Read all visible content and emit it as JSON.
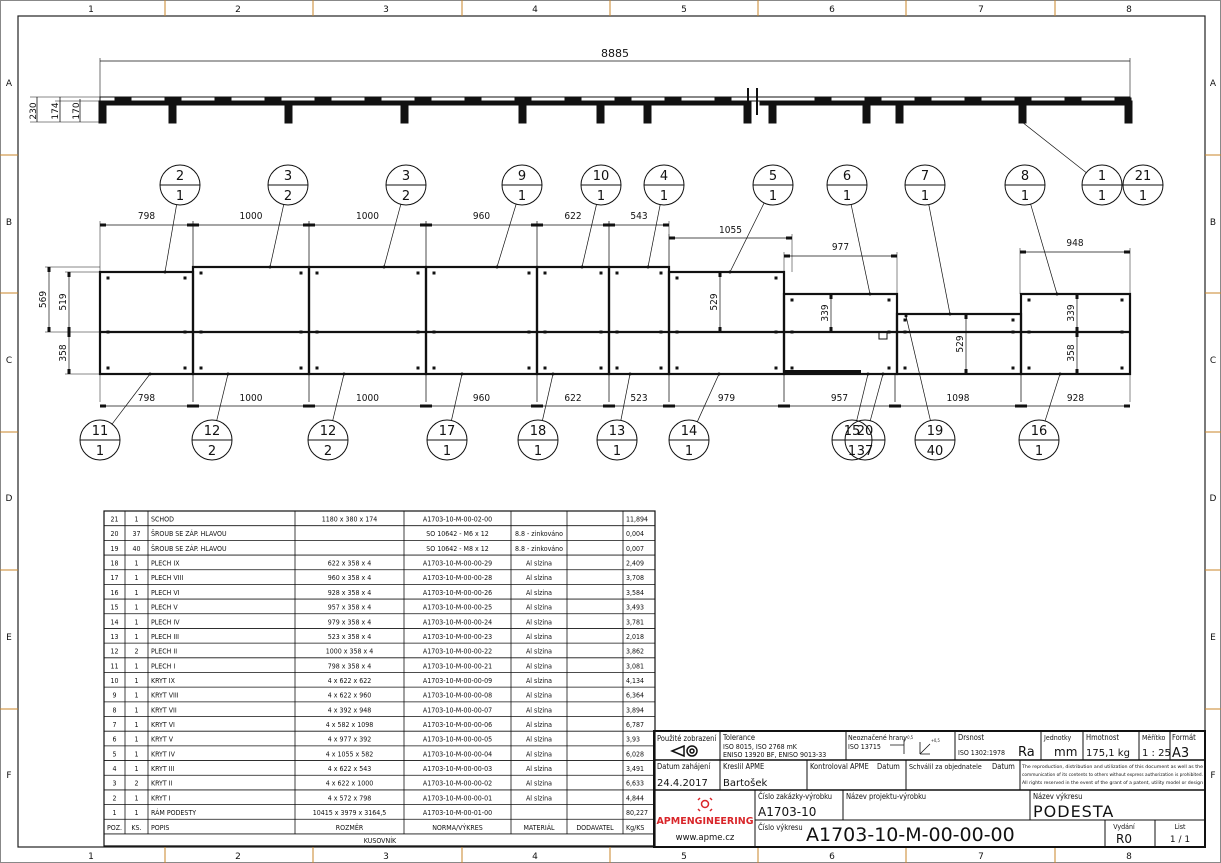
{
  "frame": {
    "columns": [
      "1",
      "2",
      "3",
      "4",
      "5",
      "6",
      "7",
      "8"
    ],
    "rows": [
      "A",
      "B",
      "C",
      "D",
      "E",
      "F"
    ]
  },
  "top_view": {
    "overall_length": "8885",
    "height_dims": [
      "230",
      "174",
      "170"
    ]
  },
  "plan_view": {
    "top_dims": [
      "798",
      "1000",
      "1000",
      "960",
      "622",
      "543",
      "1055",
      "977",
      "948"
    ],
    "bottom_dims": [
      "798",
      "1000",
      "1000",
      "960",
      "622",
      "523",
      "979",
      "957",
      "1098",
      "928"
    ],
    "left_dims": [
      "569",
      "519",
      "358"
    ],
    "inner_dims": [
      "529",
      "339",
      "529",
      "339",
      "358"
    ],
    "balloons_top": [
      {
        "pos": "2",
        "qty": "1"
      },
      {
        "pos": "3",
        "qty": "2"
      },
      {
        "pos": "3",
        "qty": "2"
      },
      {
        "pos": "9",
        "qty": "1"
      },
      {
        "pos": "10",
        "qty": "1"
      },
      {
        "pos": "4",
        "qty": "1"
      },
      {
        "pos": "5",
        "qty": "1"
      },
      {
        "pos": "6",
        "qty": "1"
      },
      {
        "pos": "7",
        "qty": "1"
      },
      {
        "pos": "8",
        "qty": "1"
      },
      {
        "pos": "1",
        "qty": "1"
      },
      {
        "pos": "21",
        "qty": "1"
      }
    ],
    "balloons_bottom": [
      {
        "pos": "11",
        "qty": "1"
      },
      {
        "pos": "12",
        "qty": "2"
      },
      {
        "pos": "12",
        "qty": "2"
      },
      {
        "pos": "17",
        "qty": "1"
      },
      {
        "pos": "18",
        "qty": "1"
      },
      {
        "pos": "13",
        "qty": "1"
      },
      {
        "pos": "14",
        "qty": "1"
      },
      {
        "pos": "15",
        "qty": "1"
      },
      {
        "pos": "20",
        "qty": "37"
      },
      {
        "pos": "19",
        "qty": "40"
      },
      {
        "pos": "16",
        "qty": "1"
      }
    ]
  },
  "bom": {
    "title": "KUSOVNÍK",
    "headers": [
      "POZ.",
      "KS.",
      "POPIS",
      "ROZMĚR",
      "NORMA/VÝKRES",
      "MATERIÁL",
      "DODAVATEL",
      "Kg/KS"
    ],
    "rows": [
      [
        "21",
        "1",
        "SCHOD",
        "1180 x 380 x 174",
        "A1703-10-M-00-02-00",
        "",
        "",
        "11,894"
      ],
      [
        "20",
        "37",
        "ŠROUB SE ZÁP. HLAVOU",
        "",
        "SO 10642  - M6  x  12",
        "8.8 - zinkováno",
        "",
        "0,004"
      ],
      [
        "19",
        "40",
        "ŠROUB SE ZÁP. HLAVOU",
        "",
        "SO 10642  - M8  x  12",
        "8.8 - zinkováno",
        "",
        "0,007"
      ],
      [
        "18",
        "1",
        "PLECH IX",
        "622 x 358 x 4",
        "A1703-10-M-00-00-29",
        "Al slzina",
        "",
        "2,409"
      ],
      [
        "17",
        "1",
        "PLECH VIII",
        "960 x 358 x 4",
        "A1703-10-M-00-00-28",
        "Al slzina",
        "",
        "3,708"
      ],
      [
        "16",
        "1",
        "PLECH VI",
        "928 x 358 x 4",
        "A1703-10-M-00-00-26",
        "Al slzina",
        "",
        "3,584"
      ],
      [
        "15",
        "1",
        "PLECH V",
        "957 x 358 x 4",
        "A1703-10-M-00-00-25",
        "Al slzina",
        "",
        "3,493"
      ],
      [
        "14",
        "1",
        "PLECH IV",
        "979 x 358 x 4",
        "A1703-10-M-00-00-24",
        "Al slzina",
        "",
        "3,781"
      ],
      [
        "13",
        "1",
        "PLECH III",
        "523 x 358 x 4",
        "A1703-10-M-00-00-23",
        "Al slzina",
        "",
        "2,018"
      ],
      [
        "12",
        "2",
        "PLECH II",
        "1000 x 358 x 4",
        "A1703-10-M-00-00-22",
        "Al slzina",
        "",
        "3,862"
      ],
      [
        "11",
        "1",
        "PLECH I",
        "798 x 358 x 4",
        "A1703-10-M-00-00-21",
        "Al slzina",
        "",
        "3,081"
      ],
      [
        "10",
        "1",
        "KRYT IX",
        "4 x 622 x 622",
        "A1703-10-M-00-00-09",
        "Al slzina",
        "",
        "4,134"
      ],
      [
        "9",
        "1",
        "KRYT VIII",
        "4 x 622 x 960",
        "A1703-10-M-00-00-08",
        "Al slzina",
        "",
        "6,364"
      ],
      [
        "8",
        "1",
        "KRYT VII",
        "4 x 392 x 948",
        "A1703-10-M-00-00-07",
        "Al slzina",
        "",
        "3,894"
      ],
      [
        "7",
        "1",
        "KRYT VI",
        "4 x 582 x 1098",
        "A1703-10-M-00-00-06",
        "Al slzina",
        "",
        "6,787"
      ],
      [
        "6",
        "1",
        "KRYT V",
        "4 x 977 x 392",
        "A1703-10-M-00-00-05",
        "Al slzina",
        "",
        "3,93"
      ],
      [
        "5",
        "1",
        "KRYT IV",
        "4 x 1055 x 582",
        "A1703-10-M-00-00-04",
        "Al slzina",
        "",
        "6,028"
      ],
      [
        "4",
        "1",
        "KRYT III",
        "4 x 622 x 543",
        "A1703-10-M-00-00-03",
        "Al slzina",
        "",
        "3,491"
      ],
      [
        "3",
        "2",
        "KRYT II",
        "4 x 622 x 1000",
        "A1703-10-M-00-00-02",
        "Al slzina",
        "",
        "6,633"
      ],
      [
        "2",
        "1",
        "KRYT I",
        "4 x 572 x 798",
        "A1703-10-M-00-00-01",
        "Al slzina",
        "",
        "4,844"
      ],
      [
        "1",
        "1",
        "RÁM PODESTY",
        "10415 x 3979 x 3164,5",
        "A1703-10-M-00-01-00",
        "",
        "",
        "80,227"
      ]
    ]
  },
  "title_block": {
    "projection_label": "Použité zobrazení",
    "tolerance_label": "Tolerance",
    "tolerance_line1": "ISO 8015, ISO 2768 mK",
    "tolerance_line2": "ENISO 13920 BF, ENISO 9013-33",
    "edges_label": "Neoznačené hrany",
    "edges_value": "ISO 13715",
    "edge_tol1": "-0,5",
    "edge_tol2": "+0,5",
    "roughness_label": "Drsnost",
    "roughness_std": "ISO 1302:1978",
    "roughness_value": "Ra",
    "units_label": "Jednotky",
    "units_value": "mm",
    "mass_label": "Hmotnost",
    "mass_value": "175,1 kg",
    "scale_label": "Měřítko",
    "scale_value": "1 : 25",
    "format_label": "Formát",
    "format_value": "A3",
    "start_date_label": "Datum zahájení",
    "start_date_value": "24.4.2017",
    "drawn_label": "Kreslil APME",
    "drawn_value": "Bartošek",
    "checked_label": "Kontroloval APME",
    "checked_date_label": "Datum",
    "approved_label": "Schválil za objednatele",
    "approved_date_label": "Datum",
    "copyright_line1": "The reproduction, distribution and utilization of this document as well as the",
    "copyright_line2": "communication of its contents to others without express authorization is prohibited.",
    "copyright_line3": "All rights reserved in the event of the grant of a patent, utility model or design",
    "company": "APMENGINEERING",
    "website": "www.apme.cz",
    "order_label": "Číslo zakázky-výrobku",
    "order_value": "A1703-10",
    "project_label": "Název projektu-výrobku",
    "drawing_name_label": "Název výkresu",
    "drawing_name_value": "PODESTA",
    "drawing_no_label": "Číslo výkresu",
    "drawing_no_value": "A1703-10-M-00-00-00",
    "revision_label": "Vydání",
    "revision_value": "R0",
    "sheet_label": "List",
    "sheet_value": "1 / 1",
    "brand_color": "#d9262a"
  }
}
